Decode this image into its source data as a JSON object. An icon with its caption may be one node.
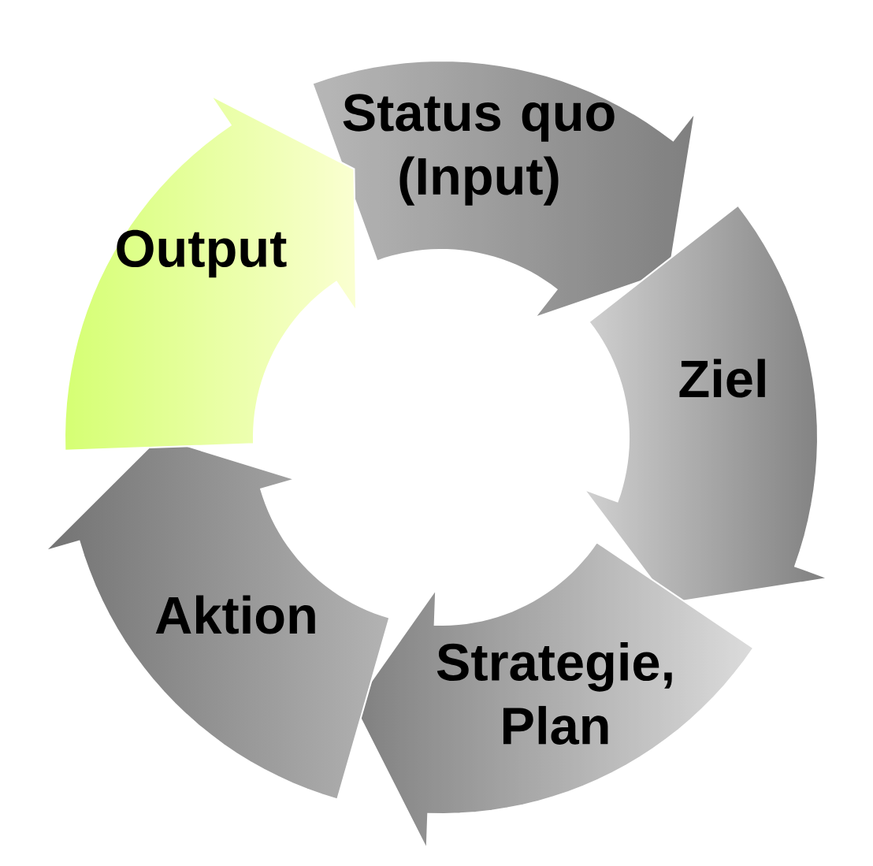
{
  "diagram": {
    "nodes": [
      {
        "text": [
          "Status quo (Input)"
        ]
      },
      {
        "text": [
          "Ziel"
        ]
      },
      {
        "text": [
          "Strategie, Plan"
        ]
      },
      {
        "text": [
          "Aktion"
        ]
      },
      {
        "text": [
          "Output"
        ]
      }
    ]
  }
}
